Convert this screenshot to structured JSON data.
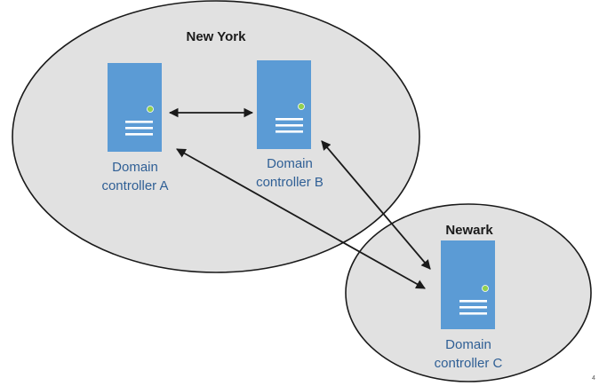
{
  "colors": {
    "site_fill": "#e1e1e1",
    "site_stroke": "#1a1a1a",
    "server_body": "#5b9bd5",
    "server_detail": "#ffffff",
    "server_led": "#92d050",
    "arrow": "#1a1a1a",
    "label_text": "#2f5f95"
  },
  "sites": [
    {
      "id": "new-york",
      "label": "New York"
    },
    {
      "id": "newark",
      "label": "Newark"
    }
  ],
  "servers": [
    {
      "id": "a",
      "site": "new-york",
      "icon": "server-icon",
      "label_line1": "Domain",
      "label_line2": "controller A"
    },
    {
      "id": "b",
      "site": "new-york",
      "icon": "server-icon",
      "label_line1": "Domain",
      "label_line2": "controller B"
    },
    {
      "id": "c",
      "site": "newark",
      "icon": "server-icon",
      "label_line1": "Domain",
      "label_line2": "controller C"
    }
  ],
  "connections": [
    {
      "from": "a",
      "to": "b",
      "direction": "bidirectional"
    },
    {
      "from": "a",
      "to": "c",
      "direction": "bidirectional"
    },
    {
      "from": "b",
      "to": "c",
      "direction": "bidirectional"
    }
  ],
  "corner_mark": "4"
}
